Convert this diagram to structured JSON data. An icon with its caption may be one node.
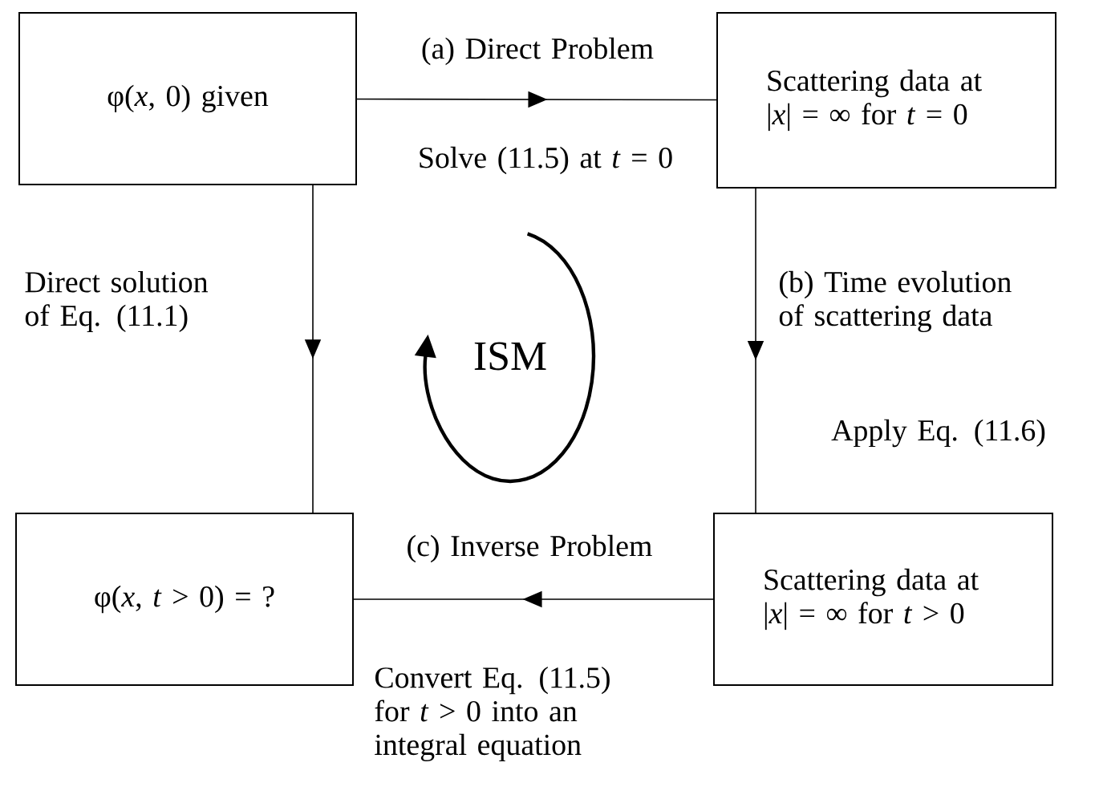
{
  "diagram": {
    "nodes": [
      {
        "text": [
          "φ(*x*, 0) given"
        ]
      },
      {
        "text": [
          "Scattering data at |*x*| = ∞  for *t* = 0"
        ]
      },
      {
        "text": [
          "φ(*x*, *t* > 0) = ?"
        ]
      },
      {
        "text": [
          "Scattering data at |*x*| = ∞  for  *t* > 0"
        ]
      }
    ],
    "edges": [
      {
        "from": 0,
        "to": 1,
        "arrow": "to",
        "label": "(a) Direct Problem"
      },
      {
        "from": 0,
        "to": 2,
        "arrow": "to",
        "label": "Direct solution of  Eq. (11.1)"
      },
      {
        "from": 1,
        "to": 3,
        "arrow": "to",
        "label": "(b) Time evolution of scattering data"
      },
      {
        "from": 3,
        "to": 2,
        "arrow": "to",
        "label": "(c) Inverse Problem"
      }
    ],
    "labels": [
      "Solve (11.5) at *t* = 0",
      "ISM",
      "Apply Eq. (11.6)",
      "Convert Eq. (11.5) for *t* > 0 into an integral equation"
    ]
  }
}
